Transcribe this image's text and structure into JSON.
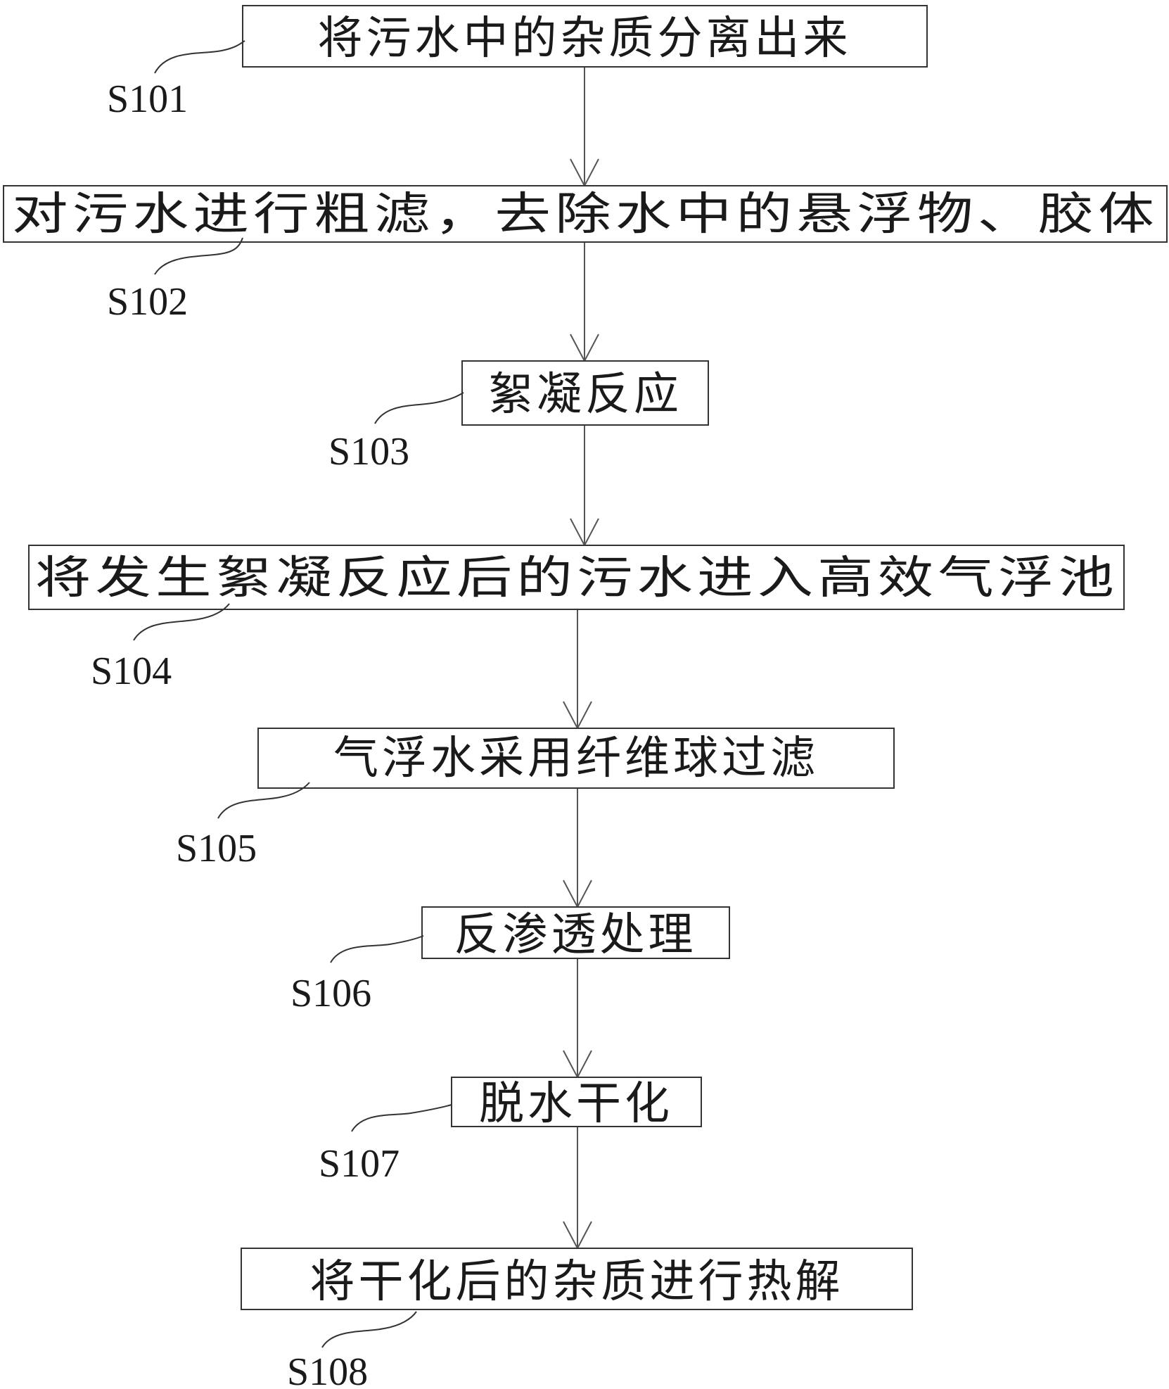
{
  "flowchart": {
    "steps": [
      {
        "label": "S101",
        "text": "将污水中的杂质分离出来"
      },
      {
        "label": "S102",
        "text": "对污水进行粗滤，去除水中的悬浮物、胶体"
      },
      {
        "label": "S103",
        "text": "絮凝反应"
      },
      {
        "label": "S104",
        "text": "将发生絮凝反应后的污水进入高效气浮池"
      },
      {
        "label": "S105",
        "text": "气浮水采用纤维球过滤"
      },
      {
        "label": "S106",
        "text": "反渗透处理"
      },
      {
        "label": "S107",
        "text": "脱水干化"
      },
      {
        "label": "S108",
        "text": "将干化后的杂质进行热解"
      }
    ]
  }
}
